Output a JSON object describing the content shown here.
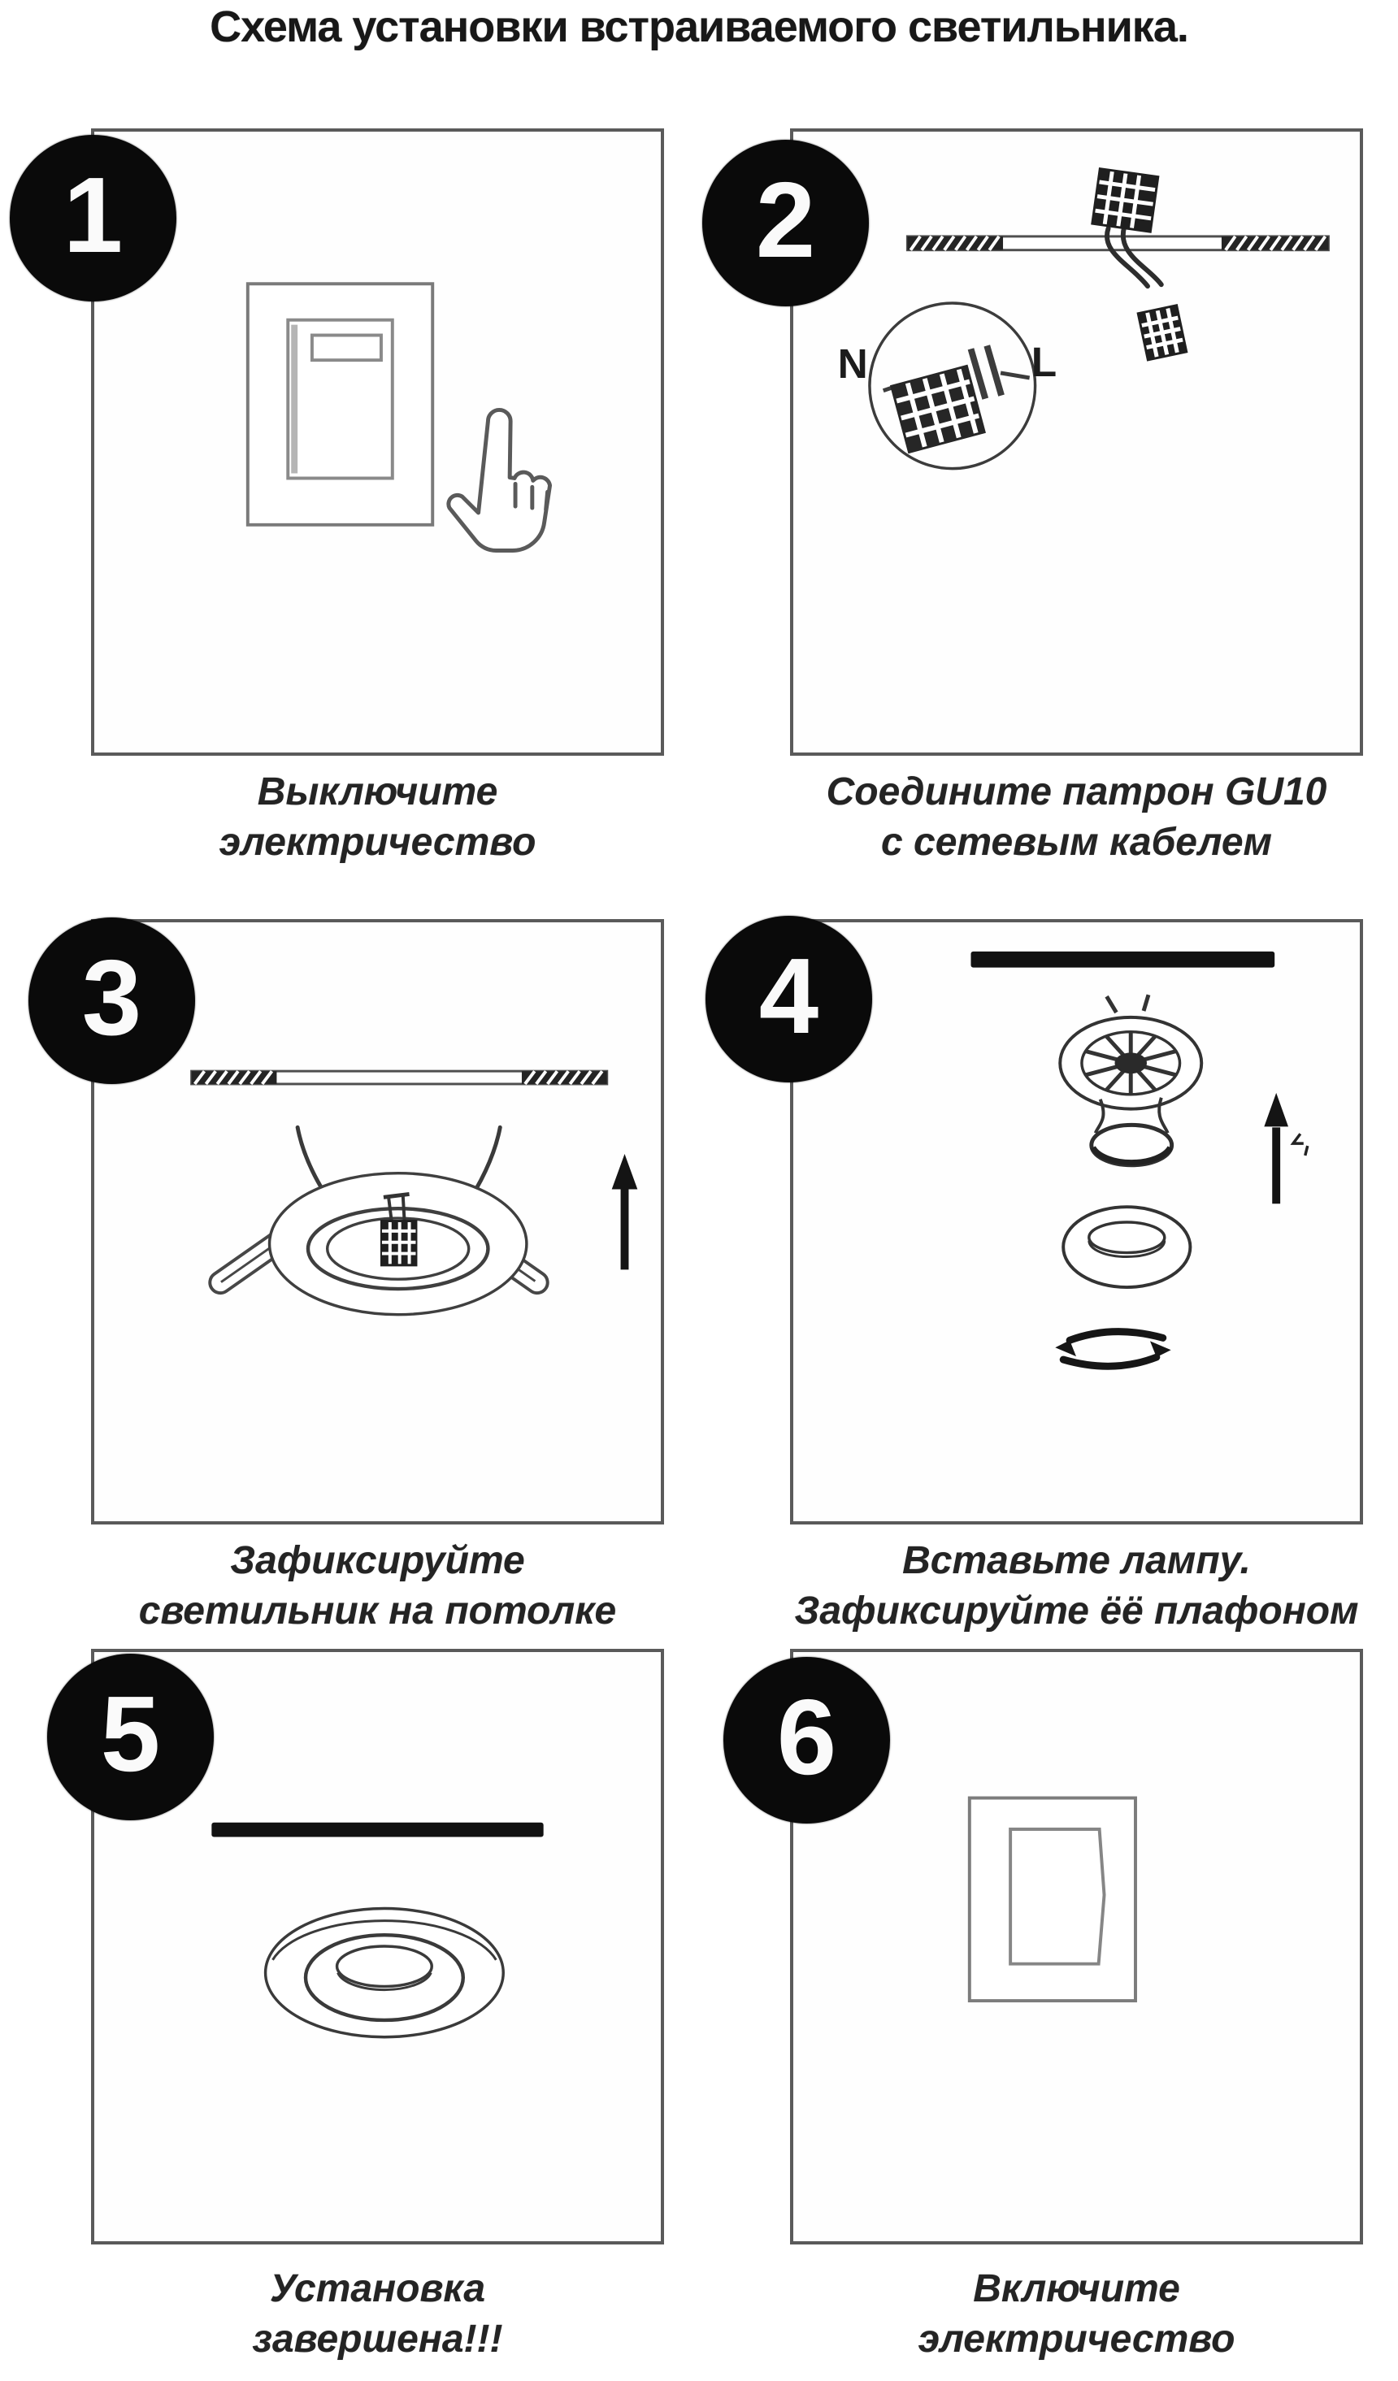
{
  "title": "Схема установки встраиваемого светильника.",
  "steps": [
    {
      "number": "1",
      "caption_line1": "Выключите",
      "caption_line2": "электричество"
    },
    {
      "number": "2",
      "caption_line1": "Соедините патрон GU10",
      "caption_line2": "с сетевым кабелем"
    },
    {
      "number": "3",
      "caption_line1": "Зафиксируйте",
      "caption_line2": "светильник на потолке"
    },
    {
      "number": "4",
      "caption_line1": "Вставьте лампу.",
      "caption_line2": "Зафиксируйте ёё плафоном"
    },
    {
      "number": "5",
      "caption_line1": "Установка",
      "caption_line2": "завершена!!!"
    },
    {
      "number": "6",
      "caption_line1": "Включите",
      "caption_line2": "электричество"
    }
  ],
  "labels": {
    "n": "N",
    "l": "L"
  },
  "colors": {
    "ink": "#242424",
    "box_border": "#5a5a5a",
    "badge": "#0a0a0a"
  }
}
